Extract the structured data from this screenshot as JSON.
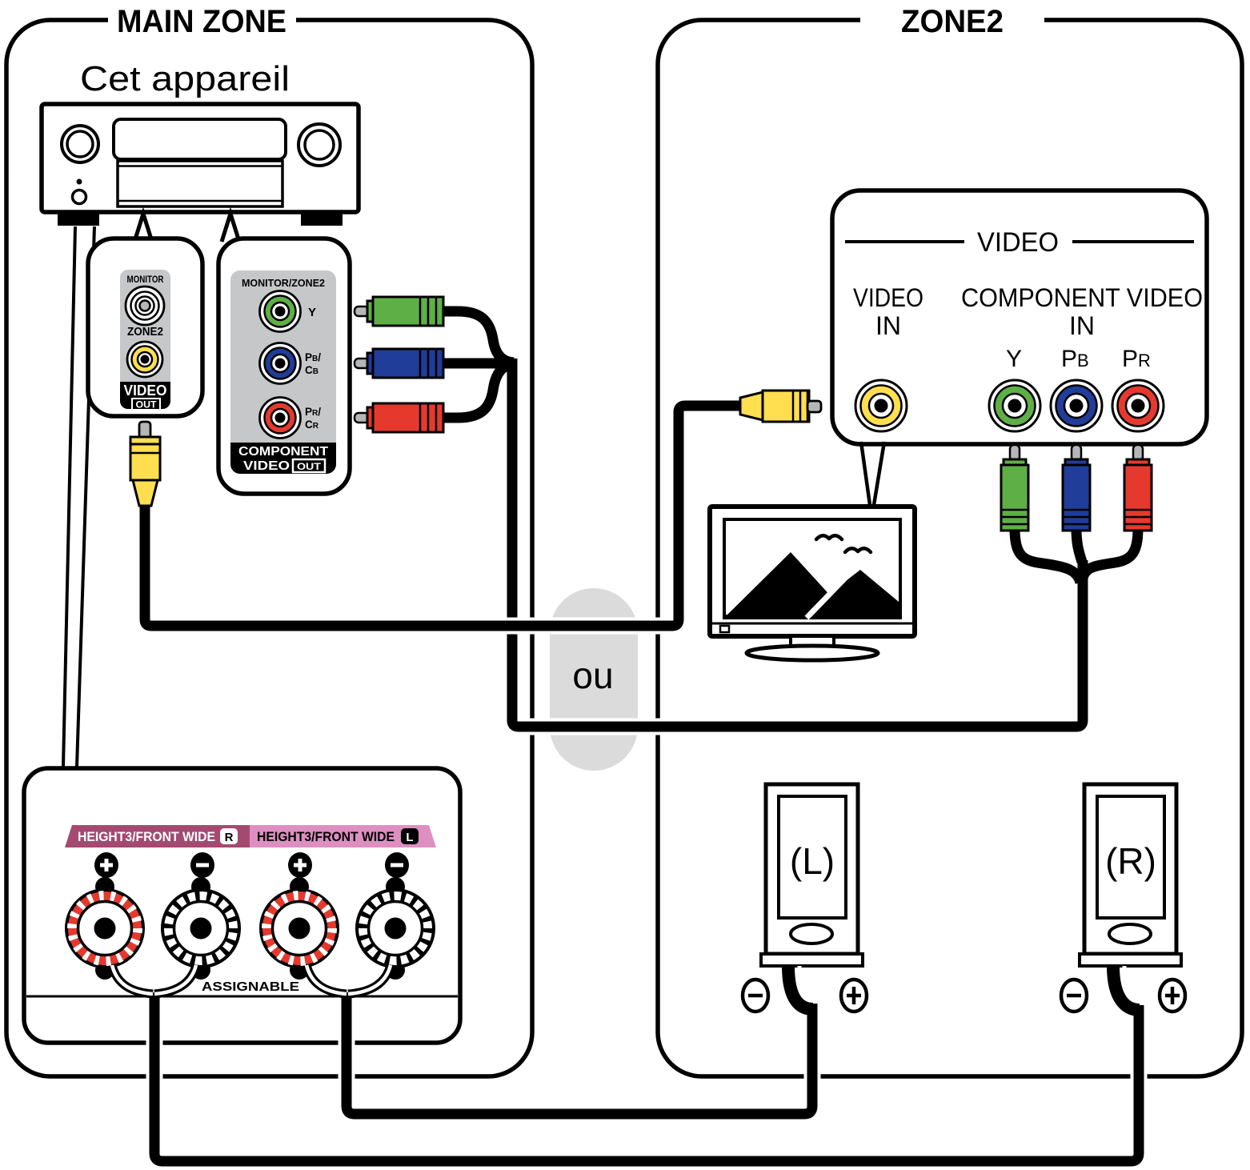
{
  "main_zone": {
    "title": "MAIN ZONE",
    "device_label": "Cet appareil",
    "video_out_panel": {
      "monitor": "MONITOR",
      "zone2": "ZONE2",
      "video": "VIDEO",
      "out": "OUT"
    },
    "component_out_panel": {
      "title": "MONITOR/ZONE2",
      "y": "Y",
      "pb": [
        "P",
        "B",
        "/"
      ],
      "cb": [
        "C",
        "B"
      ],
      "pr": [
        "P",
        "R",
        "/"
      ],
      "cr": [
        "C",
        "R"
      ],
      "line1": "COMPONENT",
      "line2": "VIDEO",
      "out": "OUT"
    },
    "speaker_terminals": {
      "label_r": "HEIGHT3/FRONT WIDE",
      "badge_r": "R",
      "label_l": "HEIGHT3/FRONT WIDE",
      "badge_l": "L",
      "assignable": "ASSIGNABLE"
    }
  },
  "zone2": {
    "title": "ZONE2",
    "video_panel": {
      "header": "VIDEO",
      "video": "VIDEO",
      "in_video": "IN",
      "component": "COMPONENT VIDEO",
      "in_component": "IN",
      "y": "Y",
      "pb": [
        "P",
        "B"
      ],
      "pr": [
        "P",
        "R"
      ]
    },
    "speaker_l": "(L)",
    "speaker_r": "(R)"
  },
  "connector": {
    "or_label": "ou"
  },
  "colors": {
    "yellow": "#FFDE4F",
    "green": "#5FAF47",
    "blue": "#1F3D99",
    "red": "#E6392D",
    "panel_gray": "#C6C7C9",
    "strip_r": "#A44A71",
    "strip_l": "#DE8FC1",
    "capsule_gray": "#DBDBDB",
    "pin_gray": "#B5B6B8"
  }
}
